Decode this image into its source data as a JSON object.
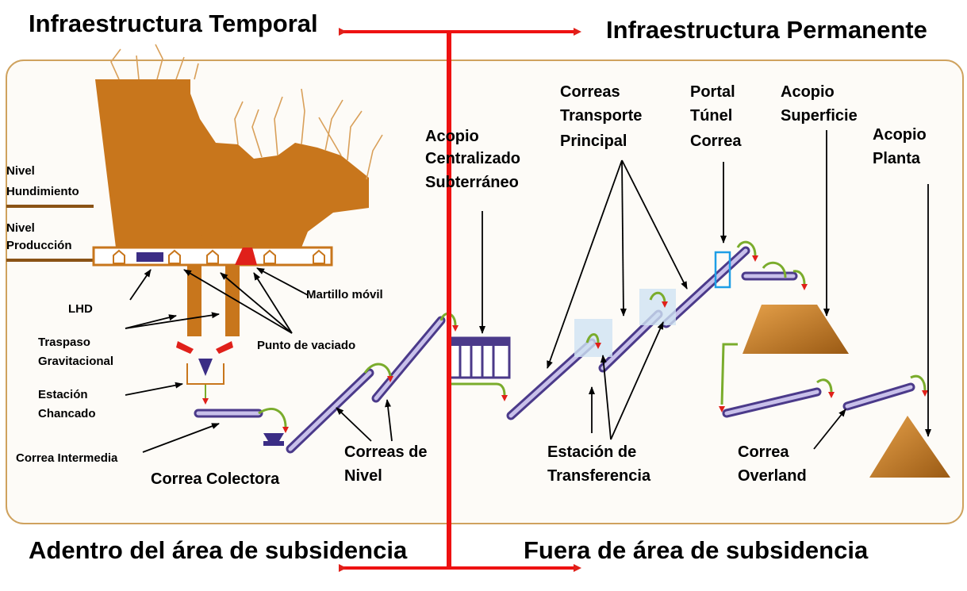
{
  "headers": {
    "top_left": "Infraestructura Temporal",
    "top_right": "Infraestructura Permanente",
    "bottom_left": "Adentro del área de subsidencia",
    "bottom_right": "Fuera de área de subsidencia"
  },
  "labels": {
    "nivel_hundimiento": [
      "Nivel",
      "Hundimiento"
    ],
    "nivel_produccion": [
      "Nivel",
      "Producción"
    ],
    "lhd": "LHD",
    "traspaso": [
      "Traspaso",
      "Gravitacional"
    ],
    "estacion_chancado": [
      "Estación",
      "Chancado"
    ],
    "correa_intermedia": "Correa Intermedia",
    "correa_colectora": "Correa Colectora",
    "martillo": "Martillo móvil",
    "punto_vaciado": "Punto de vaciado",
    "correas_nivel": [
      "Correas de",
      "Nivel"
    ],
    "acopio_centralizado": [
      "Acopio",
      "Centralizado",
      "Subterráneo"
    ],
    "correas_transporte": [
      "Correas",
      "Transporte",
      "Principal"
    ],
    "portal_tunel": [
      "Portal",
      "Túnel",
      "Correa"
    ],
    "acopio_superficie": [
      "Acopio",
      "Superficie"
    ],
    "acopio_planta": [
      "Acopio",
      "Planta"
    ],
    "estacion_transferencia": [
      "Estación de",
      "Transferencia"
    ],
    "correa_overland": [
      "Correa",
      "Overland"
    ]
  },
  "colors": {
    "divider": "#ee1111",
    "rock": "#c8761c",
    "conveyor": "#4b3a8a",
    "flow_arrow": "#7aac2c",
    "frame": "#cfa25e"
  }
}
